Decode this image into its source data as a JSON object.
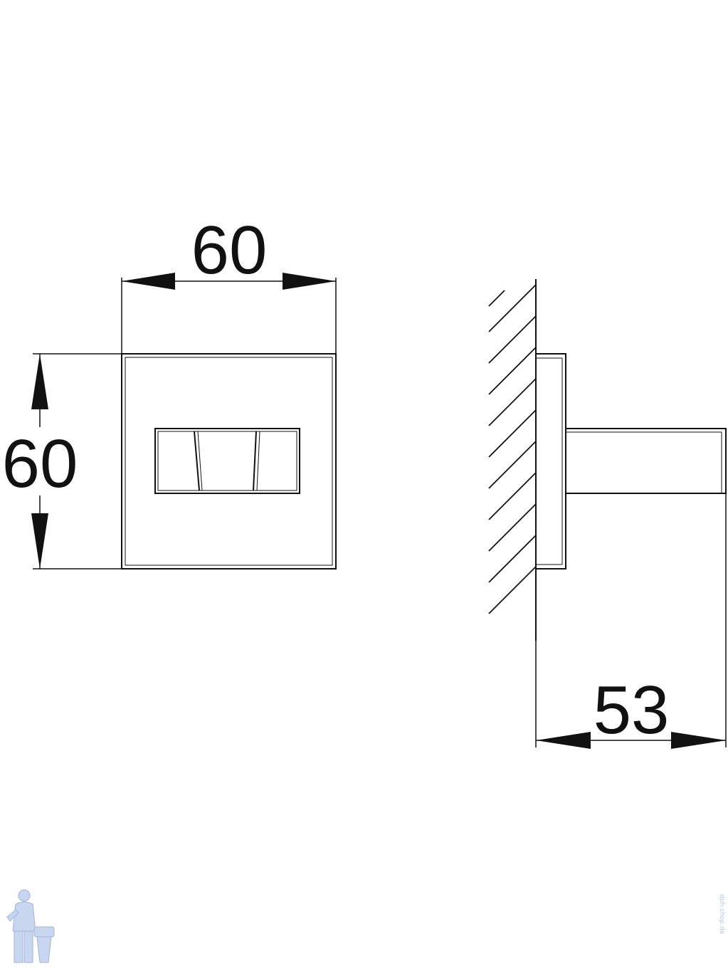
{
  "dimensions": {
    "front_width": "60",
    "front_height": "60",
    "side_depth": "53"
  },
  "watermark": {
    "text": "dph-shop.de",
    "icon": "plumber-logo-icon"
  },
  "colors": {
    "line": "#111111",
    "background": "#ffffff",
    "watermark": "#b8c8e8"
  }
}
